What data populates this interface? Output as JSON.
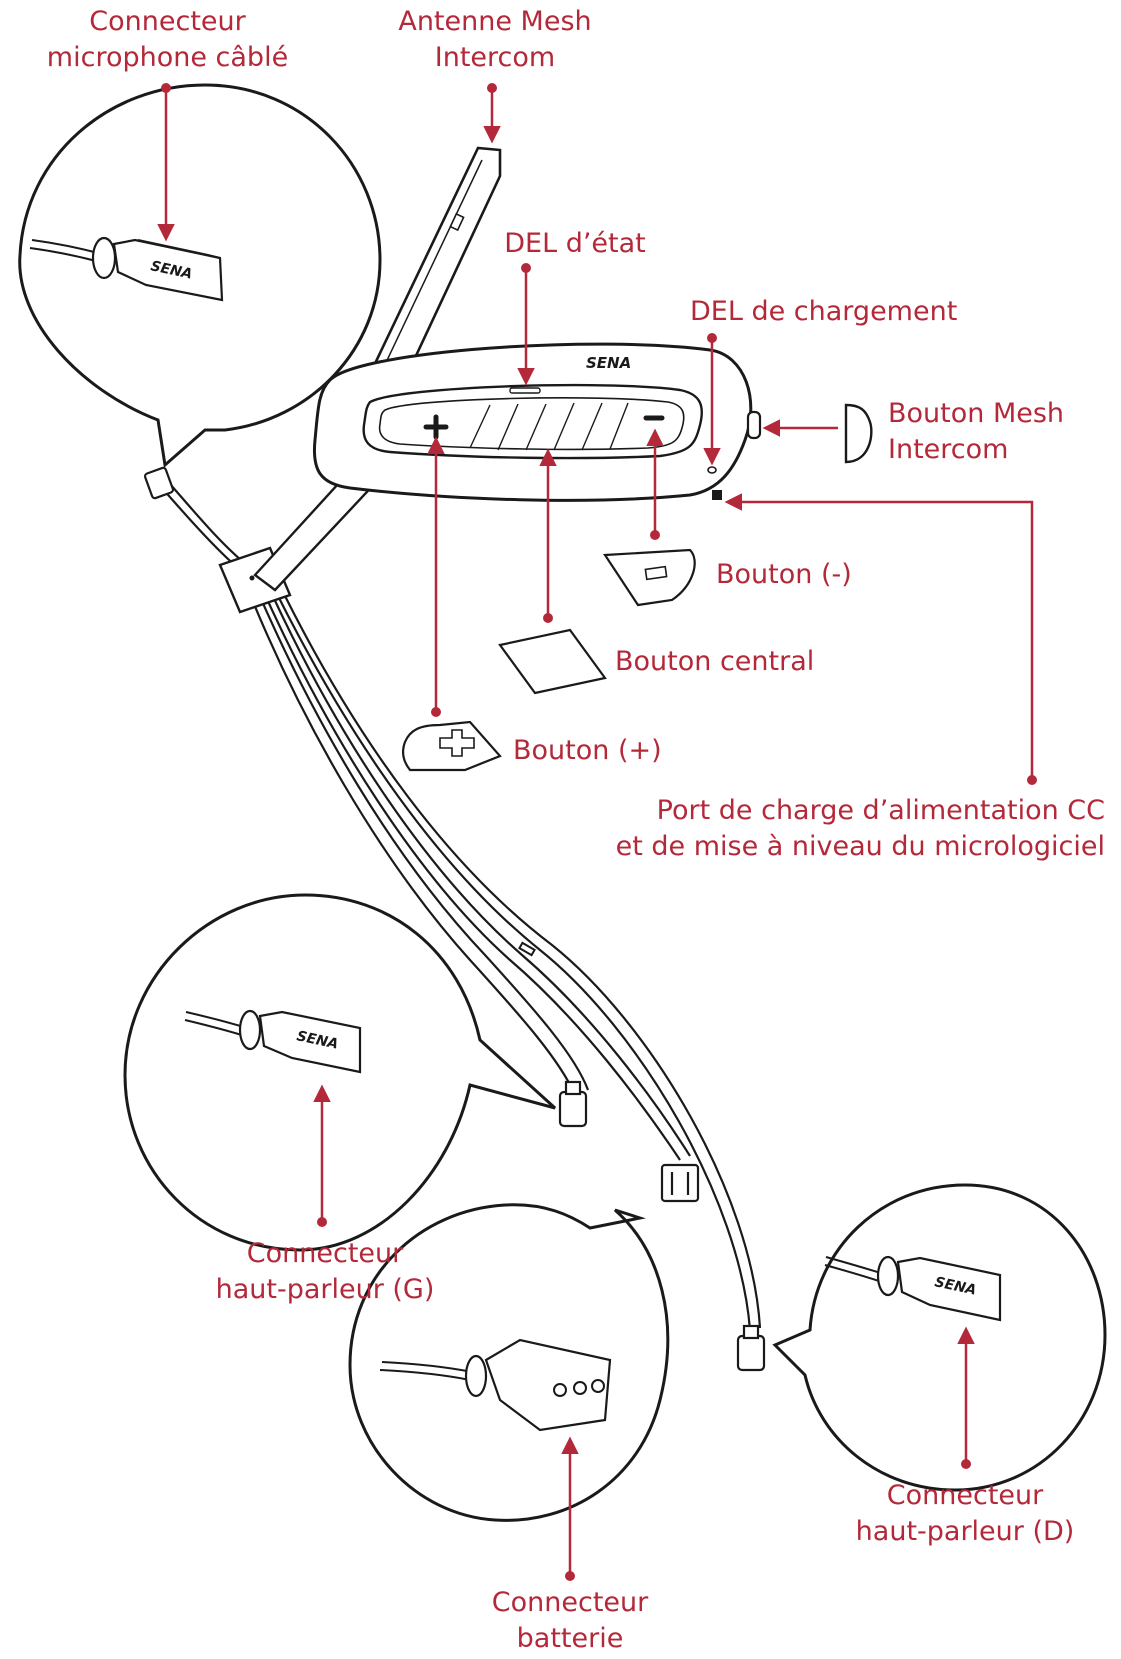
{
  "diagram": {
    "colors": {
      "accent": "#b3293a",
      "line": "#1a1a1a",
      "fill": "#ffffff",
      "soft": "#d9d9d9"
    },
    "brand": "SENA",
    "labels": {
      "mic_connector": [
        "Connecteur",
        "microphone câblé"
      ],
      "mesh_antenna": [
        "Antenne Mesh",
        "Intercom"
      ],
      "status_led": [
        "DEL d’état"
      ],
      "charge_led": [
        "DEL de chargement"
      ],
      "mesh_button": [
        "Bouton Mesh",
        "Intercom"
      ],
      "minus_button": [
        "Bouton (-)"
      ],
      "center_button": [
        "Bouton central"
      ],
      "plus_button": [
        "Bouton (+)"
      ],
      "dc_port": [
        "Port de charge d’alimentation CC",
        "et de mise à niveau du micrologiciel"
      ],
      "speaker_left": [
        "Connecteur",
        "haut-parleur (G)"
      ],
      "battery_connector": [
        "Connecteur",
        "batterie"
      ],
      "speaker_right": [
        "Connecteur",
        "haut-parleur (D)"
      ]
    }
  }
}
